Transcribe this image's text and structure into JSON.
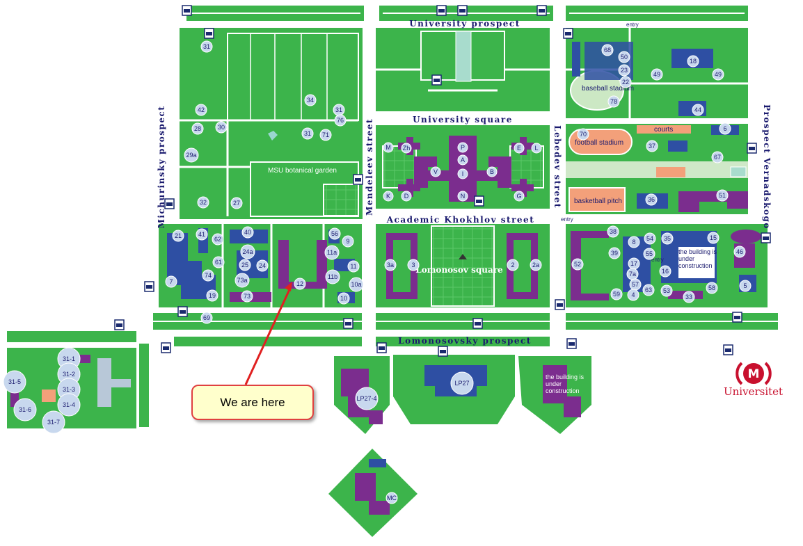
{
  "streets": {
    "university_prospect": "University prospect",
    "university_square": "University square",
    "mendeleev_street": "Mendeleev street",
    "lebedev_street": "Lebedev street",
    "michurinsky_prospect": "Michurinsky prospect",
    "prospect_vernadskogo": "Prospect Vernadskogo",
    "academic_khokhlov_street": "Academic Khokhlov street",
    "lomonosovsky_prospect": "Lomonosovsky prospect",
    "lomonosov_square": "Lomonosov square"
  },
  "places": {
    "botanical_garden": "MSU botanical garden",
    "baseball_stadium": "baseball stadium",
    "football_stadium": "football stadium",
    "courts": "courts",
    "basketball_pitch": "basketball pitch",
    "under_construction_1": "the building is under construction",
    "under_construction_2": "the building is under construction",
    "entry_1": "entry",
    "entry_2": "entry",
    "entry_3": "entry"
  },
  "letters": [
    "P",
    "A",
    "I",
    "N",
    "V",
    "B",
    "M",
    "Zh",
    "K",
    "D",
    "E",
    "L",
    "G"
  ],
  "building_numbers": [
    "31",
    "42",
    "28",
    "30",
    "34",
    "31",
    "76",
    "31",
    "71",
    "29a",
    "32",
    "27",
    "68",
    "50",
    "23",
    "22",
    "18",
    "49",
    "49",
    "78",
    "44",
    "6",
    "70",
    "37",
    "67",
    "36",
    "51",
    "21",
    "41",
    "62",
    "61",
    "74",
    "7",
    "19",
    "40",
    "24a",
    "25",
    "24",
    "73a",
    "73",
    "12",
    "56",
    "9",
    "11a",
    "11",
    "11b",
    "10a",
    "10",
    "3a",
    "3",
    "2",
    "2a",
    "38",
    "39",
    "8",
    "54",
    "55",
    "16",
    "17",
    "7a",
    "57",
    "59",
    "4",
    "63",
    "35",
    "15",
    "53",
    "33",
    "58",
    "46",
    "5",
    "52",
    "69",
    "LP27",
    "LP27-4",
    "MC",
    "31-1",
    "31-2",
    "31-3",
    "31-4",
    "31-5",
    "31-6",
    "31-7"
  ],
  "callout": "We are here",
  "metro": {
    "name": "Universitet",
    "letter": "M"
  },
  "colors": {
    "grass": "#3cb44b",
    "road": "#ffffff",
    "building_blue": "#2e4fa3",
    "building_purple": "#7b2d8e",
    "label_bubble": "#c8d8ee",
    "metro_red": "#c8102e",
    "court_pink": "#f3a07a"
  }
}
